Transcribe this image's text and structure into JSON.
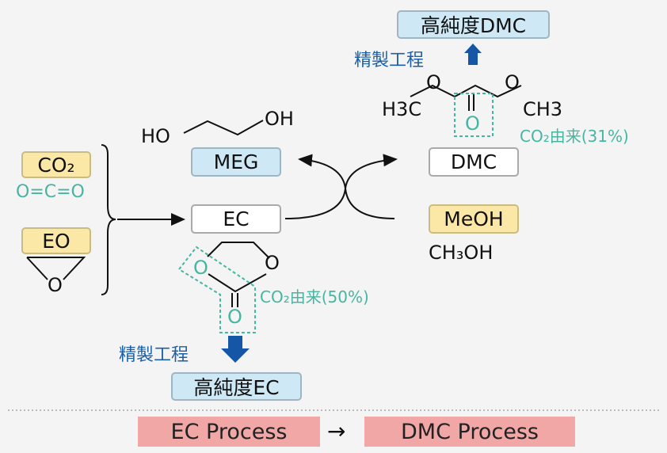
{
  "top_box": "高純度DMC",
  "refine_top": "精製工程",
  "refine_bottom": "精製工程",
  "bottom_box": "高純度EC",
  "meg_box": "MEG",
  "meg_left": "HO",
  "meg_right": "OH",
  "dmc_box": "DMC",
  "dmc_left_group": "H3C",
  "dmc_right_group": "CH3",
  "dmc_oxygen": "O",
  "dmc_co2_label": "CO₂由来(31%)",
  "co2_box": "CO₂",
  "co2_formula": "O=C=O",
  "eo_box": "EO",
  "eo_oxygen": "O",
  "ec_box": "EC",
  "ec_oxygen": "O",
  "ec_co2_label": "CO₂由来(50%)",
  "meoh_box": "MeOH",
  "meoh_formula": "CH₃OH",
  "flow_left": "EC Process",
  "flow_arrow": "→",
  "flow_right": "DMC Process",
  "colors": {
    "blue_box": "#cfe8f5",
    "yellow_box": "#fbe8a6",
    "pink_box": "#f2a7a7",
    "teal": "#45b6a1",
    "navy": "#1b5fa6"
  }
}
